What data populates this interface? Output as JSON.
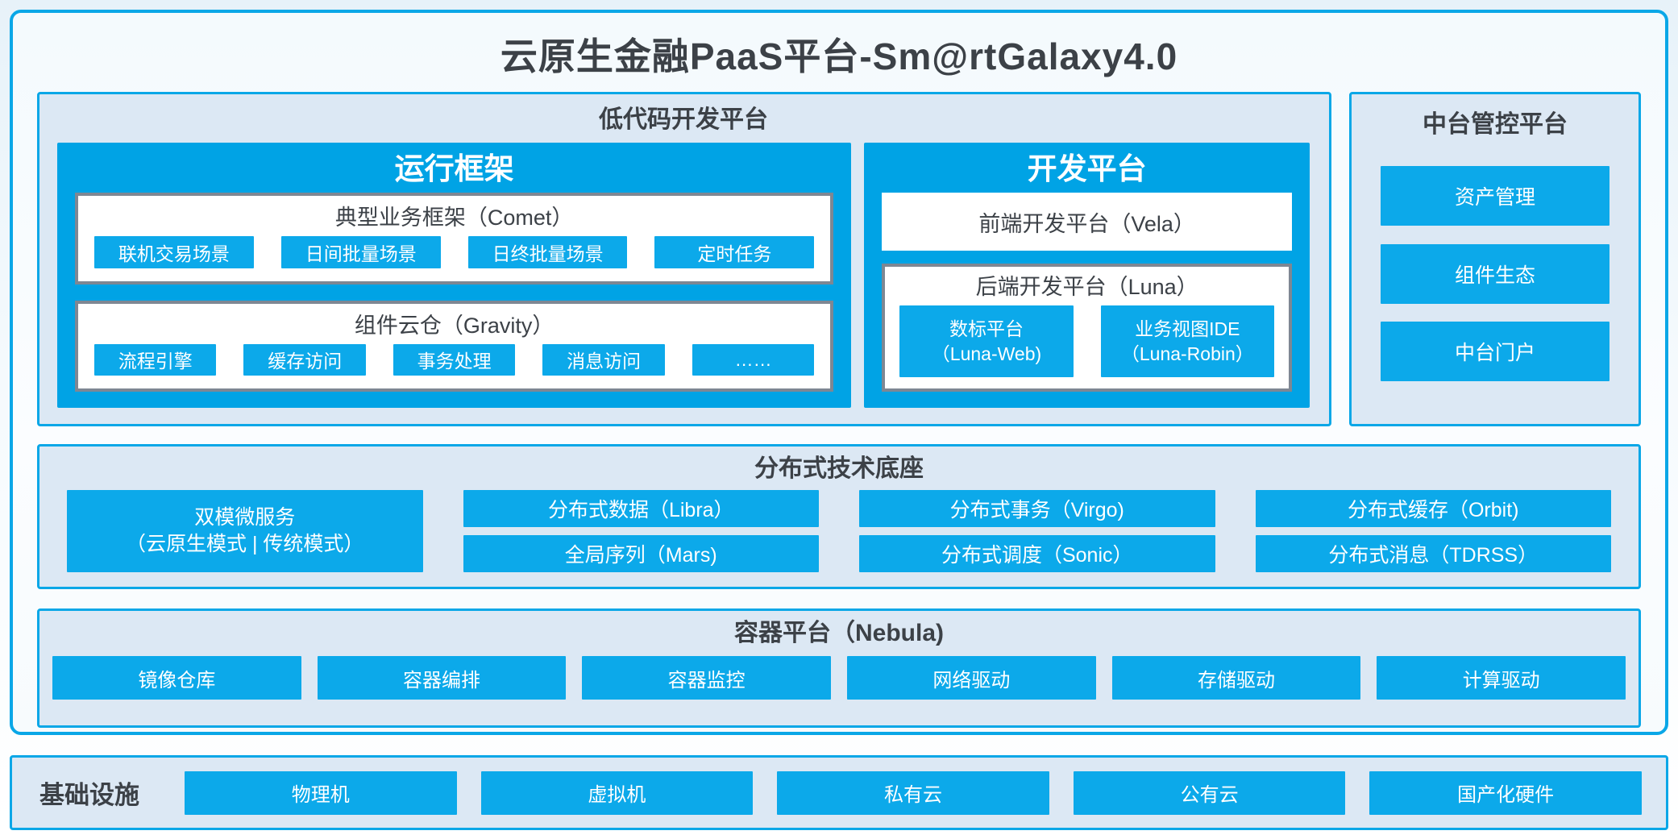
{
  "title": "云原生金融PaaS平台-Sm@rtGalaxy4.0",
  "colors": {
    "accent_border": "#0AA7E7",
    "blue_panel_fill": "#00A3E5",
    "chip_fill": "#0CA9EA",
    "light_panel_bg": "#DCE8F4",
    "white_box_border": "#7E8793",
    "dark_text": "#3C4147",
    "chip_text": "#FFFFFF"
  },
  "low_code": {
    "label": "低代码开发平台",
    "runtime": {
      "title": "运行框架",
      "comet": {
        "title": "典型业务框架（Comet）",
        "items": [
          "联机交易场景",
          "日间批量场景",
          "日终批量场景",
          "定时任务"
        ]
      },
      "gravity": {
        "title": "组件云仓（Gravity）",
        "items": [
          "流程引擎",
          "缓存访问",
          "事务处理",
          "消息访问",
          "……"
        ]
      }
    },
    "dev": {
      "title": "开发平台",
      "vela": "前端开发平台（Vela）",
      "luna": {
        "title": "后端开发平台（Luna）",
        "items": [
          {
            "line1": "数标平台",
            "line2": "（Luna-Web)"
          },
          {
            "line1": "业务视图IDE",
            "line2": "（Luna-Robin）"
          }
        ]
      }
    }
  },
  "mid_platform": {
    "title": "中台管控平台",
    "items": [
      "资产管理",
      "组件生态",
      "中台门户"
    ]
  },
  "distributed": {
    "title": "分布式技术底座",
    "dual_mode": {
      "line1": "双模微服务",
      "line2": "（云原生模式 | 传统模式）"
    },
    "cols": [
      {
        "top": "分布式数据（Libra）",
        "bottom": "全局序列（Mars)"
      },
      {
        "top": "分布式事务（Virgo)",
        "bottom": "分布式调度（Sonic）"
      },
      {
        "top": "分布式缓存（Orbit)",
        "bottom": "分布式消息（TDRSS）"
      }
    ]
  },
  "container_platform": {
    "title": "容器平台（Nebula)",
    "items": [
      "镜像仓库",
      "容器编排",
      "容器监控",
      "网络驱动",
      "存储驱动",
      "计算驱动"
    ]
  },
  "infrastructure": {
    "label": "基础设施",
    "items": [
      "物理机",
      "虚拟机",
      "私有云",
      "公有云",
      "国产化硬件"
    ]
  }
}
